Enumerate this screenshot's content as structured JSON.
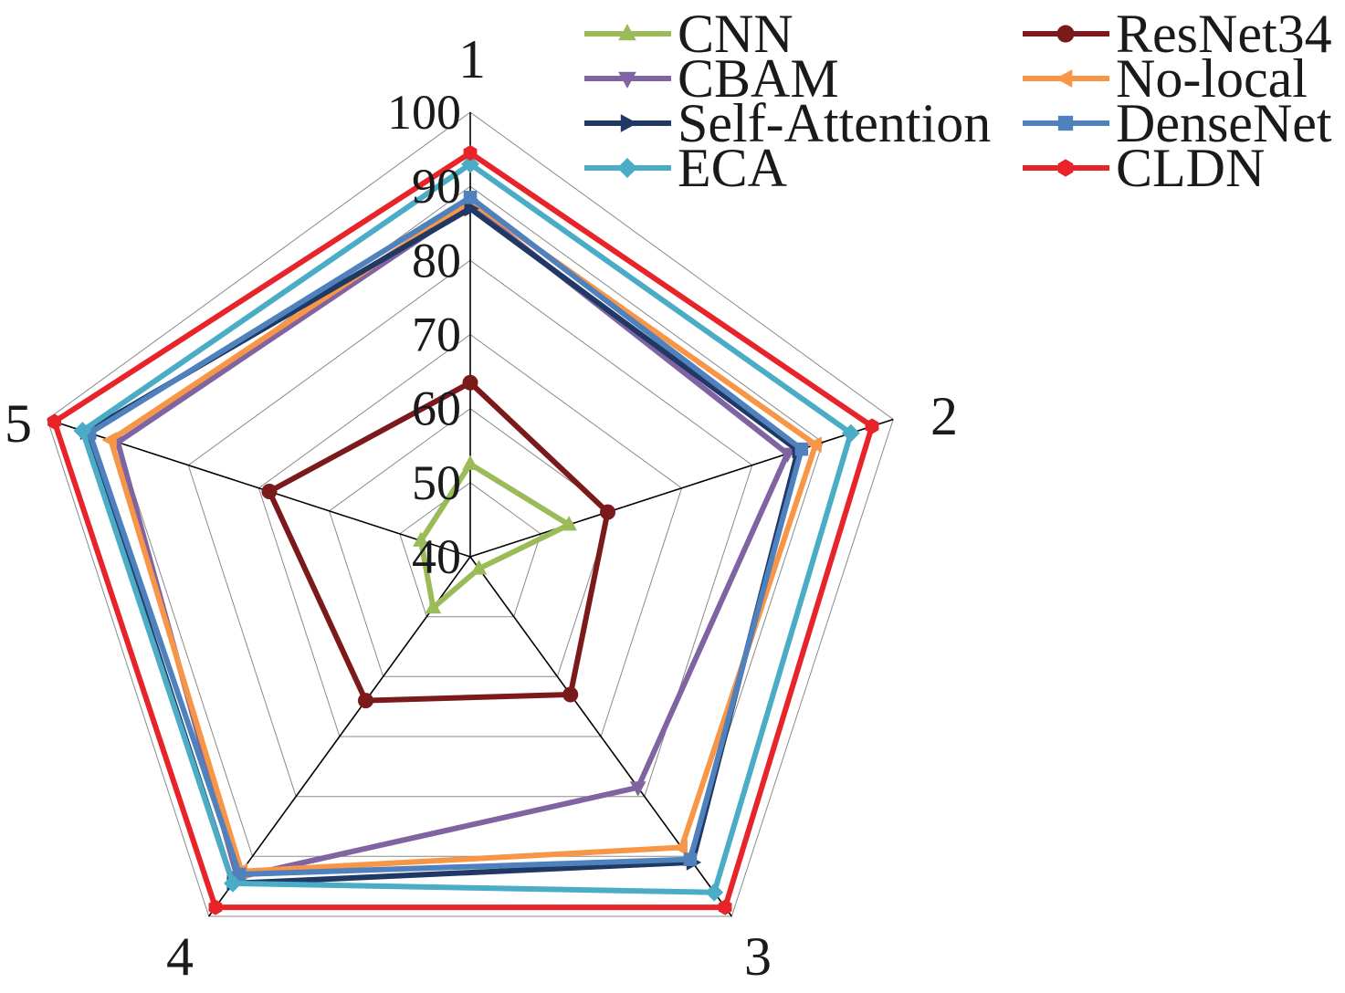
{
  "chart_data": {
    "type": "radar",
    "axes": [
      "1",
      "2",
      "3",
      "4",
      "5"
    ],
    "rlim": [
      40,
      100
    ],
    "ticks": [
      40,
      50,
      60,
      70,
      80,
      90,
      100
    ],
    "tick_labels": [
      "40",
      "50",
      "60",
      "70",
      "80",
      "90",
      "100"
    ],
    "grid": true,
    "legend_position": "top-right",
    "series": [
      {
        "name": "CNN",
        "color": "#9bbb59",
        "marker": "triangle-up",
        "values": [
          52.5,
          54.0,
          42.0,
          48.5,
          47.0
        ]
      },
      {
        "name": "ResNet34",
        "color": "#7b1a1a",
        "marker": "circle",
        "values": [
          63.5,
          59.5,
          63.0,
          64.0,
          68.5
        ]
      },
      {
        "name": "CBAM",
        "color": "#8064a2",
        "marker": "triangle-down",
        "values": [
          87.5,
          85.0,
          78.5,
          93.5,
          90.0
        ]
      },
      {
        "name": "No-local",
        "color": "#f79646",
        "marker": "triangle-left",
        "values": [
          88.0,
          89.0,
          88.5,
          92.5,
          91.0
        ]
      },
      {
        "name": "Self-Attention",
        "color": "#1f3864",
        "marker": "triangle-right",
        "values": [
          87.0,
          86.5,
          91.0,
          94.5,
          94.5
        ]
      },
      {
        "name": "DenseNet",
        "color": "#4f81bd",
        "marker": "square",
        "values": [
          88.5,
          87.0,
          90.5,
          93.0,
          94.0
        ]
      },
      {
        "name": "ECA",
        "color": "#4bacc6",
        "marker": "diamond",
        "values": [
          93.0,
          94.0,
          96.0,
          94.5,
          95.0
        ]
      },
      {
        "name": "CLDN",
        "color": "#e8242b",
        "marker": "hexagon",
        "values": [
          94.5,
          97.0,
          98.5,
          98.5,
          99.0
        ]
      }
    ]
  }
}
